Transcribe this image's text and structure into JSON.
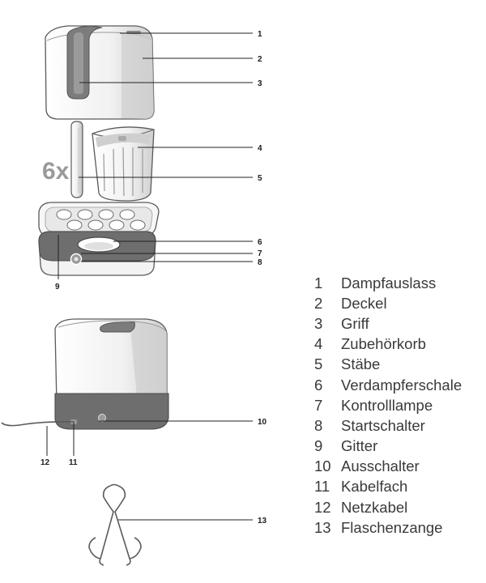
{
  "diagram": {
    "multiplier_label": "6x",
    "callouts": [
      "1",
      "2",
      "3",
      "4",
      "5",
      "6",
      "7",
      "8",
      "9",
      "10",
      "11",
      "12",
      "13"
    ]
  },
  "legend": {
    "items": [
      {
        "number": "1",
        "label": "Dampfauslass"
      },
      {
        "number": "2",
        "label": "Deckel"
      },
      {
        "number": "3",
        "label": "Griff"
      },
      {
        "number": "4",
        "label": "Zubehörkorb"
      },
      {
        "number": "5",
        "label": "Stäbe"
      },
      {
        "number": "6",
        "label": "Verdampferschale"
      },
      {
        "number": "7",
        "label": "Kontrolllampe"
      },
      {
        "number": "8",
        "label": "Startschalter"
      },
      {
        "number": "9",
        "label": "Gitter"
      },
      {
        "number": "10",
        "label": "Ausschalter"
      },
      {
        "number": "11",
        "label": "Kabelfach"
      },
      {
        "number": "12",
        "label": "Netzkabel"
      },
      {
        "number": "13",
        "label": "Flaschenzange"
      }
    ]
  },
  "colors": {
    "body_light": "#f3f3f3",
    "body_shade": "#d2d2d2",
    "base_dark": "#6e6e6e",
    "outline": "#555555",
    "leader_line": "#222222",
    "text": "#3a3a3a"
  }
}
